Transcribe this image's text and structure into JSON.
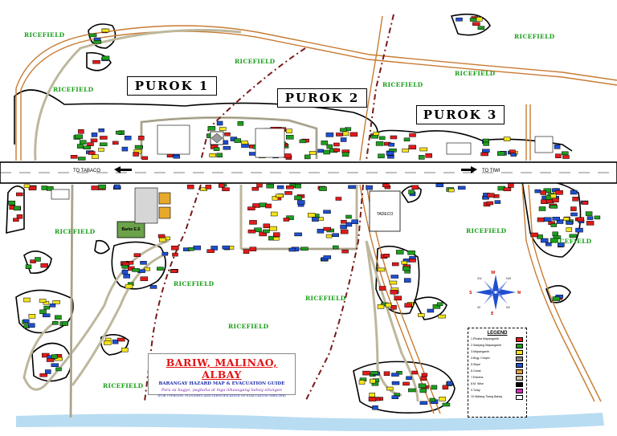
{
  "map": {
    "title": "BARIW, MALINAO, ALBAY",
    "subtitle": "BARANGAY HAZARD MAP & EVACUATION GUIDE",
    "tagline": "Para sa bagyo, pagbaha at mga lilkasagang bahay silungan",
    "note": "(FOR TYPHOON, FLOODING AND IDENTIFICATION OF EVACUATION SHELTER)"
  },
  "puroks": [
    "PUROK 1",
    "PUROK 2",
    "PUROK 3"
  ],
  "field_label": "RICEFIELD",
  "directions": {
    "west": "TO TABACO",
    "east": "TO TIWI"
  },
  "buildings": {
    "school": "Bariw E.S",
    "tadeco": "TADECO"
  },
  "compass": {
    "n": "N",
    "s": "S",
    "e": "E",
    "w": "W",
    "nw": "NW",
    "ne": "NE",
    "sw": "SW",
    "se": "SE"
  },
  "legend": {
    "title": "LEGEND",
    "items": [
      {
        "label": "1.Pinaka Mapanganib",
        "color": "#e11b1b"
      },
      {
        "label": "2.Sadyang Mapanganib",
        "color": "#1f9e1f"
      },
      {
        "label": "3.Mapanganib",
        "color": "#f3e31a"
      },
      {
        "label": "4.Brgy. Chapel",
        "color": "#888888"
      },
      {
        "label": "5.Skipe",
        "color": "#1f4fd1"
      },
      {
        "label": "6.Canal",
        "color": "#e0a044"
      },
      {
        "label": "7.Estreba",
        "color": "#c9bf9a"
      },
      {
        "label": "8.M. Wise",
        "color": "#000000"
      },
      {
        "label": "9.Tulay",
        "color": "#d12fbf"
      },
      {
        "label": "10.Walang Tirang Bahay",
        "color": "#ffffff"
      }
    ]
  },
  "colors": {
    "field_text": "#1a9e1a",
    "road_outline": "#c77b33",
    "path_fill": "#bdb79c",
    "border_line": "#7a1a1a",
    "river": "#b8dcf2"
  }
}
